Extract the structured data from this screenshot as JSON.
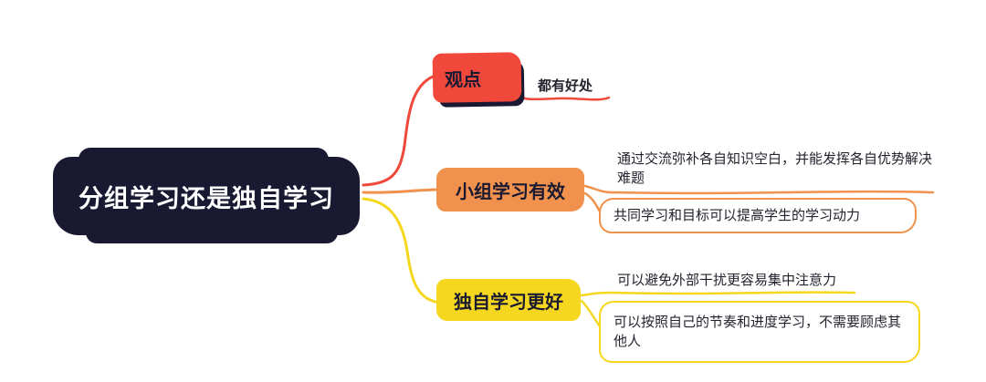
{
  "page": {
    "background": "#ffffff"
  },
  "root": {
    "label": "分组学习还是独自学习",
    "bg": "#191932",
    "text_color": "#ffffff"
  },
  "branches": [
    {
      "label": "观点",
      "color": "#f0483b",
      "children": [
        {
          "text": "都有好处",
          "style": "underline"
        }
      ]
    },
    {
      "label": "小组学习有效",
      "color": "#f0914d",
      "children": [
        {
          "text": "通过交流弥补各自知识空白，并能发挥各自优势解决难题",
          "style": "underline"
        },
        {
          "text": "共同学习和目标可以提高学生的学习动力",
          "style": "box"
        }
      ]
    },
    {
      "label": "独自学习更好",
      "color": "#f6d71f",
      "children": [
        {
          "text": "可以避免外部干扰更容易集中注意力",
          "style": "underline"
        },
        {
          "text": "可以按照自己的节奏和进度学习，不需要顾虑其他人",
          "style": "box"
        }
      ]
    }
  ]
}
